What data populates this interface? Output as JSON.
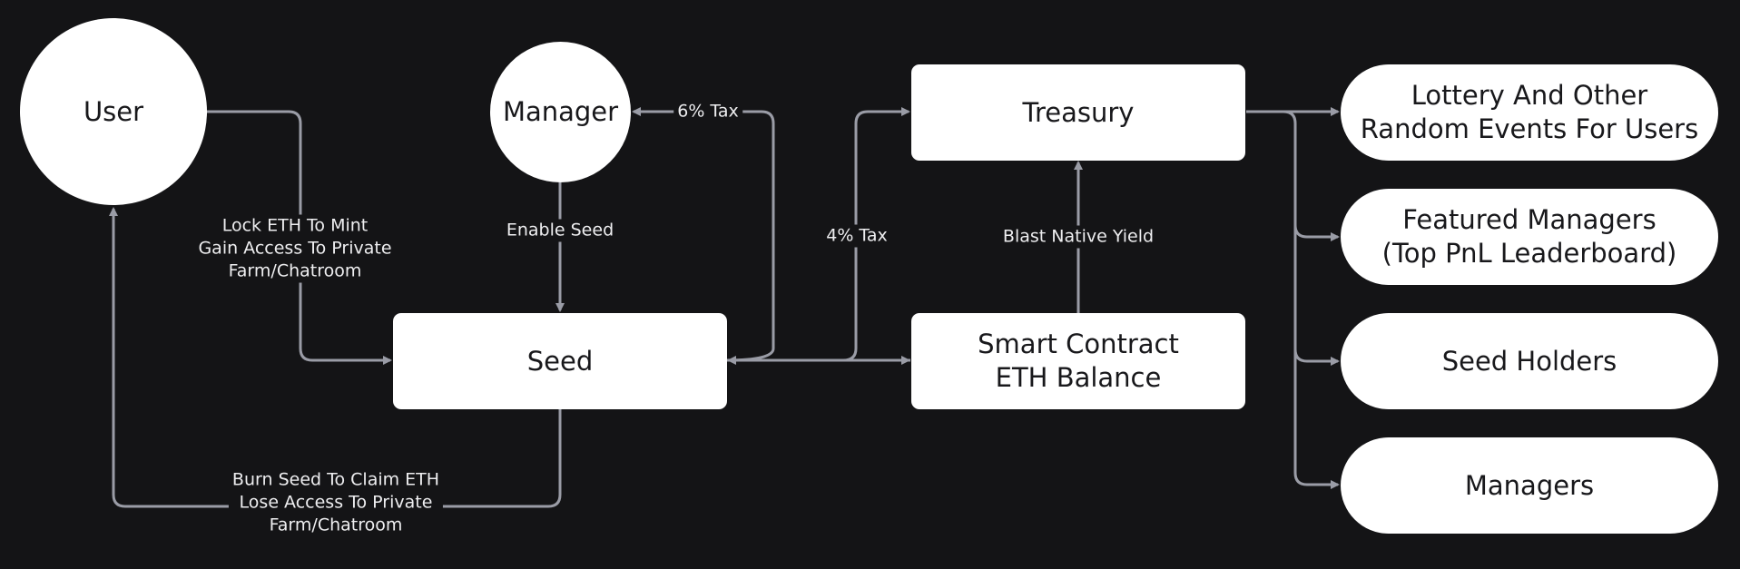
{
  "colors": {
    "background": "#141416",
    "node": "#ffffff",
    "node_text": "#18181b",
    "wire": "#9a9ca6",
    "label_text": "#eeeef0"
  },
  "nodes": {
    "user": "User",
    "manager": "Manager",
    "seed": "Seed",
    "treasury": "Treasury",
    "smart_contract": "Smart Contract\nETH Balance",
    "lottery": "Lottery And Other\nRandom Events For Users",
    "featured": "Featured Managers\n(Top PnL Leaderboard)",
    "seed_holders": "Seed Holders",
    "managers": "Managers"
  },
  "edge_labels": {
    "lock": "Lock ETH To Mint\nGain Access To Private\nFarm/Chatroom",
    "enable": "Enable Seed",
    "tax6": "6% Tax",
    "tax4": "4% Tax",
    "yield": "Blast Native Yield",
    "burn": "Burn Seed To Claim ETH\nLose Access To Private\nFarm/Chatroom"
  }
}
